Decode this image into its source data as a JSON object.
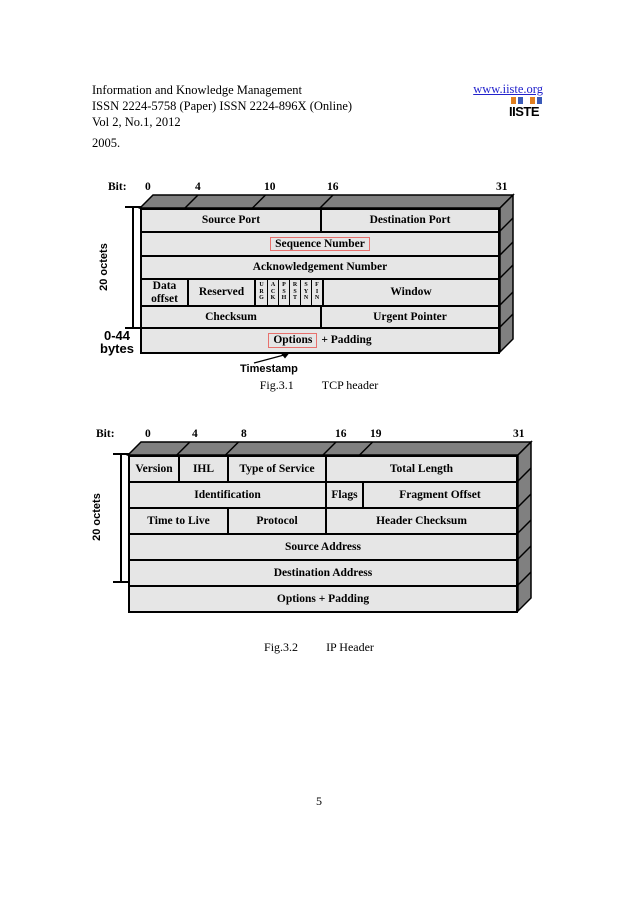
{
  "header": {
    "journal_title": "Information and Knowledge Management",
    "issn_line": "ISSN 2224-5758 (Paper) ISSN 2224-896X (Online)",
    "volume_line": "Vol 2, No.1, 2012",
    "website_link": "www.iiste.org",
    "logo_text": "IISTE"
  },
  "body_text": "2005.",
  "tcp": {
    "bit_label": "Bit:",
    "bits": [
      "0",
      "4",
      "10",
      "16",
      "31"
    ],
    "octets_label": "20 octets",
    "options_size_label": "0-44 bytes",
    "rows": {
      "r1c1": "Source Port",
      "r1c2": "Destination Port",
      "r2c1": "Sequence Number",
      "r3c1": "Acknowledgement Number",
      "r4c1": "Data offset",
      "r4c2": "Reserved",
      "r4c4": "Window",
      "r5c1": "Checksum",
      "r5c2": "Urgent Pointer",
      "r6_options": "Options",
      "r6_padding": "+ Padding"
    },
    "flags": [
      "URG",
      "ACK",
      "PSH",
      "RST",
      "SYN",
      "FIN"
    ],
    "annotation": "Timestamp",
    "caption_fig": "Fig.3.1",
    "caption_text": "TCP header"
  },
  "ip": {
    "bit_label": "Bit:",
    "bits": [
      "0",
      "4",
      "8",
      "16",
      "19",
      "31"
    ],
    "octets_label": "20 octets",
    "rows": {
      "r1c1": "Version",
      "r1c2": "IHL",
      "r1c3": "Type of Service",
      "r1c4": "Total Length",
      "r2c1": "Identification",
      "r2c2": "Flags",
      "r2c3": "Fragment Offset",
      "r3c1": "Time to Live",
      "r3c2": "Protocol",
      "r3c3": "Header Checksum",
      "r4c1": "Source Address",
      "r5c1": "Destination Address",
      "r6c1": "Options + Padding"
    },
    "caption_fig": "Fig.3.2",
    "caption_text": "IP Header"
  },
  "footer": {
    "page_number": "5"
  },
  "colors": {
    "cell_fill": "#e6e6e6",
    "face_dark": "#808080",
    "highlight_red": "#e8716d",
    "link_blue": "#2222cc",
    "logo_orange": "#e07f20",
    "logo_blue": "#3a5ab8"
  }
}
